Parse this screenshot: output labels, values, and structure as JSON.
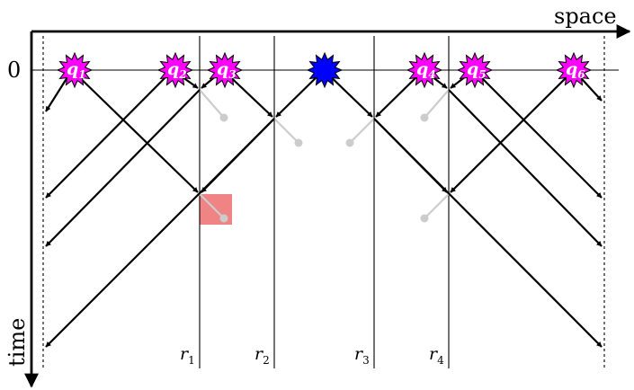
{
  "axes": {
    "space_label": "space",
    "time_label": "time",
    "origin_label": "0"
  },
  "sources": [
    {
      "label": "q",
      "sub": "1",
      "color": "#ff00ff"
    },
    {
      "label": "q",
      "sub": "2",
      "color": "#ff00ff"
    },
    {
      "label": "q",
      "sub": "3",
      "color": "#ff00ff"
    },
    {
      "label": "",
      "sub": "",
      "color": "#0000ff"
    },
    {
      "label": "q",
      "sub": "4",
      "color": "#ff00ff"
    },
    {
      "label": "q",
      "sub": "5",
      "color": "#ff00ff"
    },
    {
      "label": "q",
      "sub": "6",
      "color": "#ff00ff"
    }
  ],
  "receivers": [
    {
      "label": "r",
      "sub": "1"
    },
    {
      "label": "r",
      "sub": "2"
    },
    {
      "label": "r",
      "sub": "3"
    },
    {
      "label": "r",
      "sub": "4"
    }
  ],
  "colors": {
    "ray": "#000000",
    "gray_ray": "#cccccc",
    "highlight": "#ee7777"
  }
}
